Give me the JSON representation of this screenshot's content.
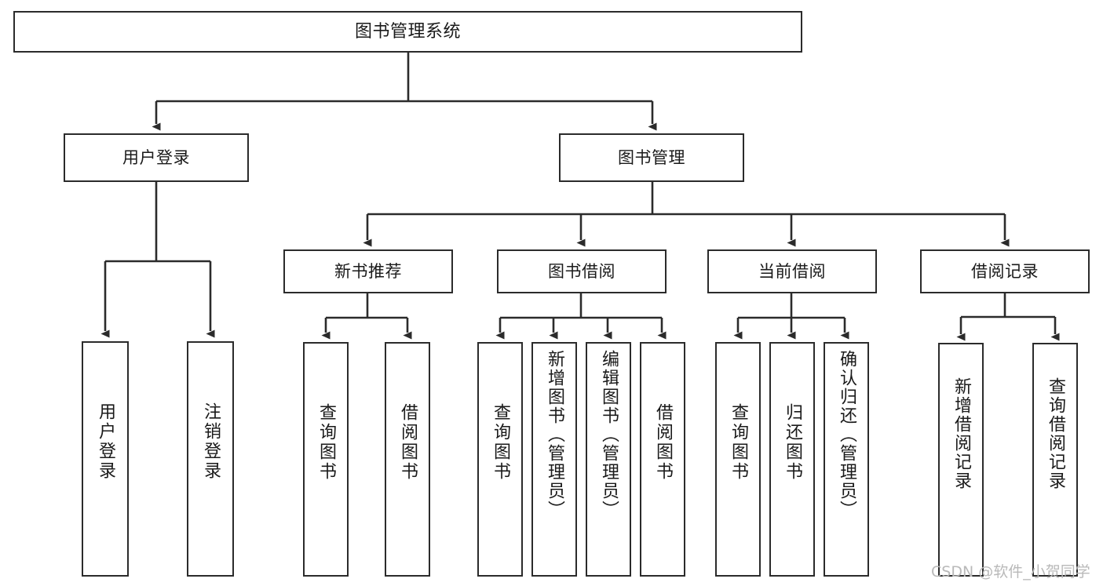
{
  "diagram": {
    "title": "图书管理系统",
    "type": "tree-hierarchy-chart",
    "watermark": "CSDN @软件_小贺同学",
    "colors": {
      "stroke": "#2b2b2b",
      "fill": "#ffffff",
      "text": "#1a1a1a",
      "watermark": "#b9b9b9"
    },
    "nodes": {
      "root": {
        "label": "图书管理系统",
        "level": 1
      },
      "l2": [
        {
          "id": "user-login",
          "label": "用户登录",
          "level": 2
        },
        {
          "id": "book-manage",
          "label": "图书管理",
          "level": 2
        }
      ],
      "l3": [
        {
          "id": "new-book-recommend",
          "label": "新书推荐",
          "level": 3
        },
        {
          "id": "book-borrow",
          "label": "图书借阅",
          "level": 3
        },
        {
          "id": "current-borrow",
          "label": "当前借阅",
          "level": 3
        },
        {
          "id": "borrow-record",
          "label": "借阅记录",
          "level": 3
        }
      ],
      "leaves": [
        {
          "id": "leaf-user-login",
          "label": "用户登录",
          "parent": "user-login"
        },
        {
          "id": "leaf-logout-login",
          "label": "注销登录",
          "parent": "user-login"
        },
        {
          "id": "leaf-query-book-1",
          "label": "查询图书",
          "parent": "new-book-recommend"
        },
        {
          "id": "leaf-borrow-book-1",
          "label": "借阅图书",
          "parent": "new-book-recommend"
        },
        {
          "id": "leaf-query-book-2",
          "label": "查询图书",
          "parent": "book-borrow"
        },
        {
          "id": "leaf-add-book",
          "label": "新增图书（管理员）",
          "parent": "book-borrow"
        },
        {
          "id": "leaf-edit-book",
          "label": "编辑图书（管理员）",
          "parent": "book-borrow"
        },
        {
          "id": "leaf-borrow-book-2",
          "label": "借阅图书",
          "parent": "book-borrow"
        },
        {
          "id": "leaf-query-book-3",
          "label": "查询图书",
          "parent": "current-borrow"
        },
        {
          "id": "leaf-return-book",
          "label": "归还图书",
          "parent": "current-borrow"
        },
        {
          "id": "leaf-confirm-return",
          "label": "确认归还（管理员）",
          "parent": "current-borrow"
        },
        {
          "id": "leaf-add-record",
          "label": "新增借阅记录",
          "parent": "borrow-record"
        },
        {
          "id": "leaf-query-record",
          "label": "查询借阅记录",
          "parent": "borrow-record"
        }
      ]
    }
  }
}
